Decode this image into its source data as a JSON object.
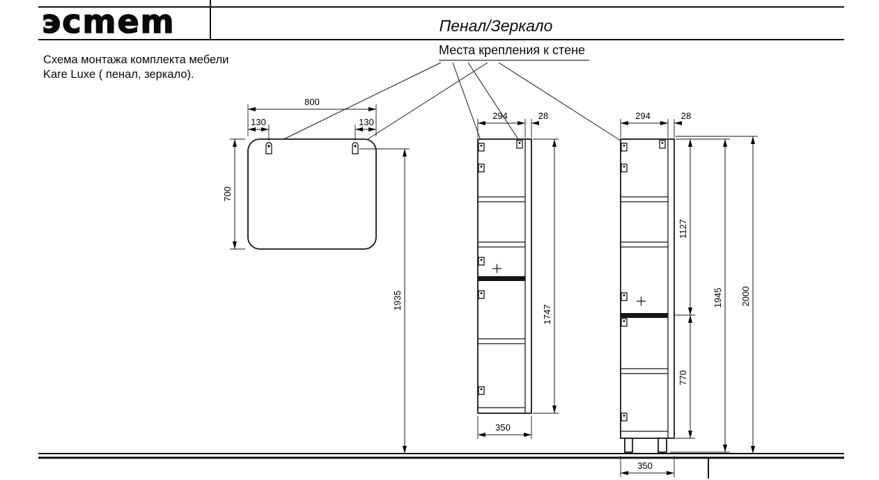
{
  "header": {
    "logo": "эсmem",
    "title": "Пенал/Зеркало"
  },
  "notes": {
    "line1": "Схема монтажа комплекта мебели",
    "line2": "Kare Luxe ( пенал, зеркало).",
    "mount_label": "Места крепления к стене"
  },
  "mirror": {
    "width": "800",
    "offset_left": "130",
    "offset_right": "130",
    "height": "700",
    "mount_height": "1935"
  },
  "cabinet_mid": {
    "width": "294",
    "depth": "28",
    "height": "1747",
    "base_width": "350"
  },
  "cabinet_right": {
    "width": "294",
    "depth": "28",
    "upper": "1127",
    "lower": "770",
    "mount_height": "1945",
    "total_height": "2000",
    "base_width": "350"
  }
}
